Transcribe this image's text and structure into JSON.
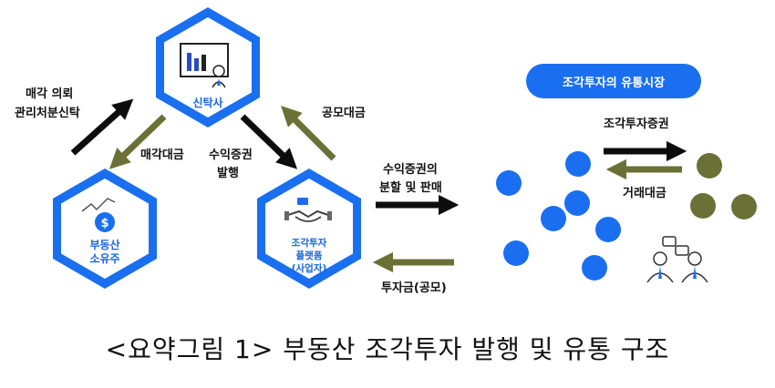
{
  "colors": {
    "hex_border": "#1a6ff0",
    "black_arrow": "#0d0d0d",
    "olive_arrow": "#6b7036",
    "blue_dot": "#1a6ff0",
    "olive_dot": "#6b7036"
  },
  "nodes": {
    "trust_company": {
      "label": "신탁사",
      "icon": "presentation-board-icon"
    },
    "owner": {
      "label_line1": "부동산",
      "label_line2": "소유주",
      "icon": "dollar-growth-icon"
    },
    "platform": {
      "label_line1": "조각투자",
      "label_line2": "플랫폼",
      "label_line3": "(사업자)",
      "icon": "handshake-icon"
    }
  },
  "arrows": {
    "sale_trust_line1": "매각 의뢰",
    "sale_trust_line2": "관리처분신탁",
    "sale_price": "매각대금",
    "issue_line1": "수익증권",
    "issue_line2": "발행",
    "public_offering": "공모대금",
    "split_line1": "수익증권의",
    "split_line2": "분할 및 판매",
    "investment": "투자금(공모)"
  },
  "market": {
    "title": "조각투자의 유통시장",
    "securities": "조각투자증권",
    "trade_price": "거래대금",
    "icon": "traders-chat-icon"
  },
  "caption": "<요약그림 1> 부동산 조각투자 발행 및 유통 구조"
}
